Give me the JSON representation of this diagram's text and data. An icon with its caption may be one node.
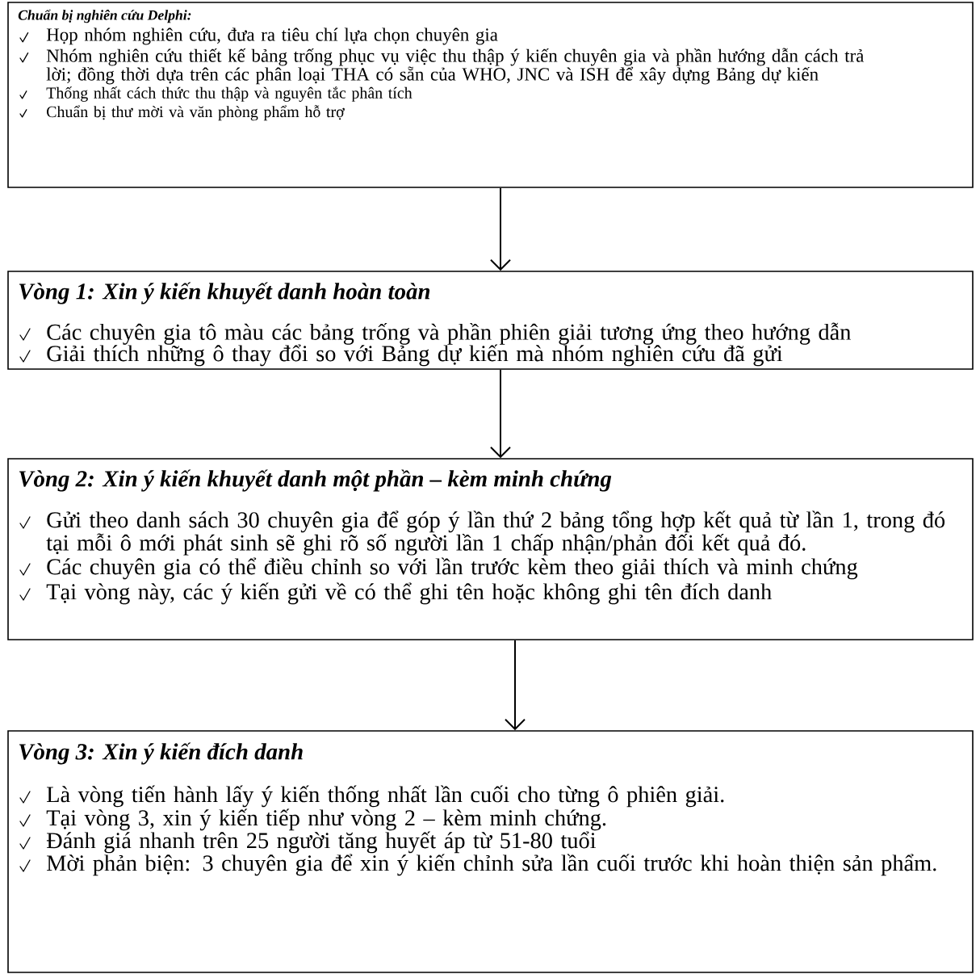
{
  "diagram": {
    "nodes": [
      {
        "text": [
          "Chuẩn bị nghiên cứu Delphi:",
          "Họp nhóm nghiên cứu, đưa ra tiêu chí lựa chọn chuyên gia",
          "Nhóm nghiên cứu thiết kế bảng trống phục vụ việc thu thập ý kiến chuyên gia và phần hướng dẫn cách trả lời; đồng thời dựa trên các phân loại THA có sẵn của WHO, JNC và ISH để xây dựng Bảng dự kiến",
          "Thống nhất cách thức thu thập và nguyên tắc phân tích",
          "Chuẩn bị thư mời và văn phòng phẩm hỗ trợ"
        ]
      },
      {
        "text": [
          "Vòng 1: Xin ý kiến khuyết danh hoàn toàn",
          "Các chuyên gia tô màu các bảng trống và phần phiên giải tương ứng theo hướng dẫn",
          "Giải thích những ô thay đổi so với Bảng dự kiến mà nhóm nghiên cứu đã gửi"
        ]
      },
      {
        "text": [
          "Vòng 2: Xin ý kiến khuyết danh một phần – kèm minh chứng",
          "Gửi theo danh sách 30 chuyên gia để góp ý lần thứ 2 bảng tổng hợp kết quả từ lần 1, trong đó tại mỗi ô mới phát sinh sẽ ghi rõ số người lần 1 chấp nhận/phản đối kết quả đó.",
          "Các chuyên gia có thể điều chỉnh so với lần trước kèm theo giải thích và minh chứng",
          "Tại vòng này, các ý kiến gửi về có thể ghi tên hoặc không ghi tên đích danh"
        ]
      },
      {
        "text": [
          "Vòng 3: Xin ý kiến đích danh",
          "Là vòng tiến hành lấy ý kiến thống nhất lần cuối cho từng ô phiên giải.",
          "Tại vòng 3, xin ý kiến tiếp như vòng 2 – kèm minh chứng.",
          "Đánh giá nhanh trên 25 người tăng huyết áp từ 51-80 tuổi",
          "Mời phản biện: 3 chuyên gia để xin ý kiến chỉnh sửa lần cuối trước khi hoàn thiện sản phẩm."
        ]
      }
    ],
    "edges": [
      {
        "from": 0,
        "to": 1,
        "arrow": "to"
      },
      {
        "from": 1,
        "to": 2,
        "arrow": "to"
      },
      {
        "from": 2,
        "to": 3,
        "arrow": "to"
      }
    ]
  }
}
